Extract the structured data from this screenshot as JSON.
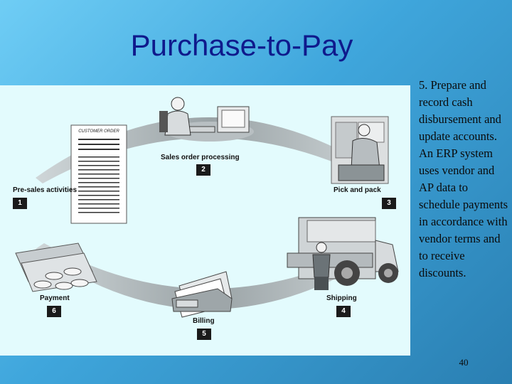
{
  "slide": {
    "title": "Purchase-to-Pay",
    "page_number": "40"
  },
  "side_text": {
    "paragraph1": "5. Prepare and record cash disbursement and update accounts.",
    "paragraph2": "An ERP system uses vendor and AP data to schedule payments in accordance with vendor terms and to receive discounts."
  },
  "diagram": {
    "document_header": "CUSTOMER ORDER",
    "steps": [
      {
        "number": "1",
        "label": "Pre-sales activities"
      },
      {
        "number": "2",
        "label": "Sales order processing"
      },
      {
        "number": "3",
        "label": "Pick and pack"
      },
      {
        "number": "4",
        "label": "Shipping"
      },
      {
        "number": "5",
        "label": "Billing"
      },
      {
        "number": "6",
        "label": "Payment"
      }
    ]
  }
}
